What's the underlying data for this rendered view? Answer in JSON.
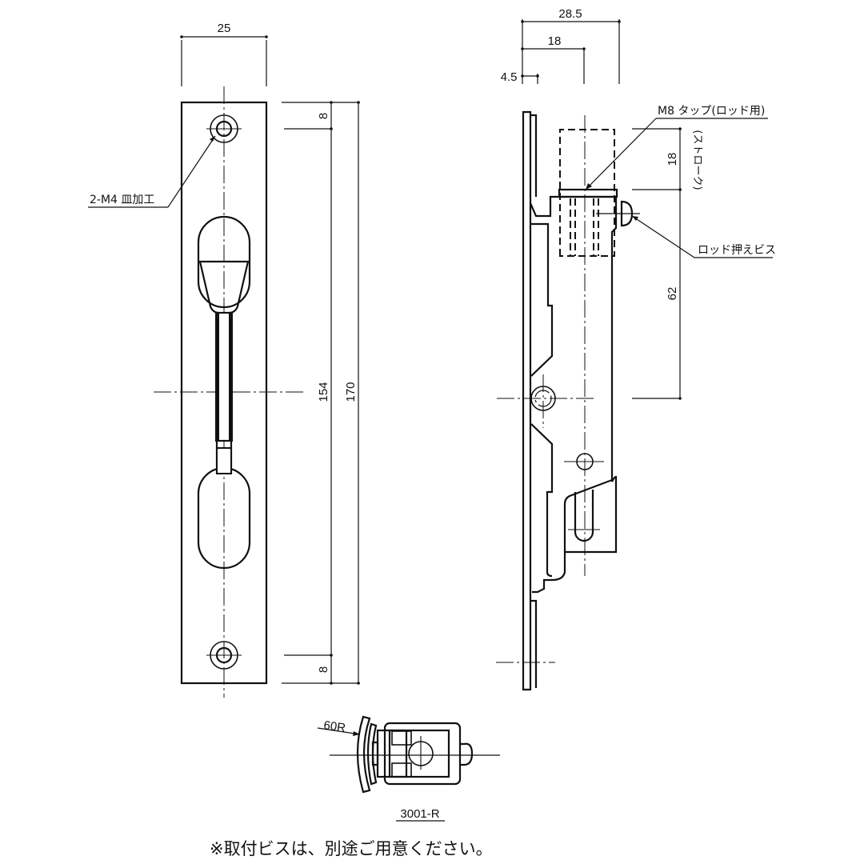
{
  "drawing": {
    "front_view": {
      "width_dim": "25",
      "top_offset_dim": "8",
      "bottom_offset_dim": "8",
      "hole_pitch_dim": "154",
      "overall_length_dim": "170",
      "hole_callout": "2-M4 皿加工"
    },
    "side_view": {
      "depth_total_dim": "28.5",
      "rod_center_dim": "18",
      "plate_offset_dim": "4.5",
      "stroke_dim": "18",
      "stroke_label": "(ストローク)",
      "rod_to_center_dim": "62",
      "tap_callout": "M8 タップ(ロッド用)",
      "screw_callout": "ロッド押えビス"
    },
    "bottom_view": {
      "radius_callout": "60R",
      "model_number": "3001-R"
    },
    "footnote": "※取付ビスは、別途ご用意ください。"
  }
}
